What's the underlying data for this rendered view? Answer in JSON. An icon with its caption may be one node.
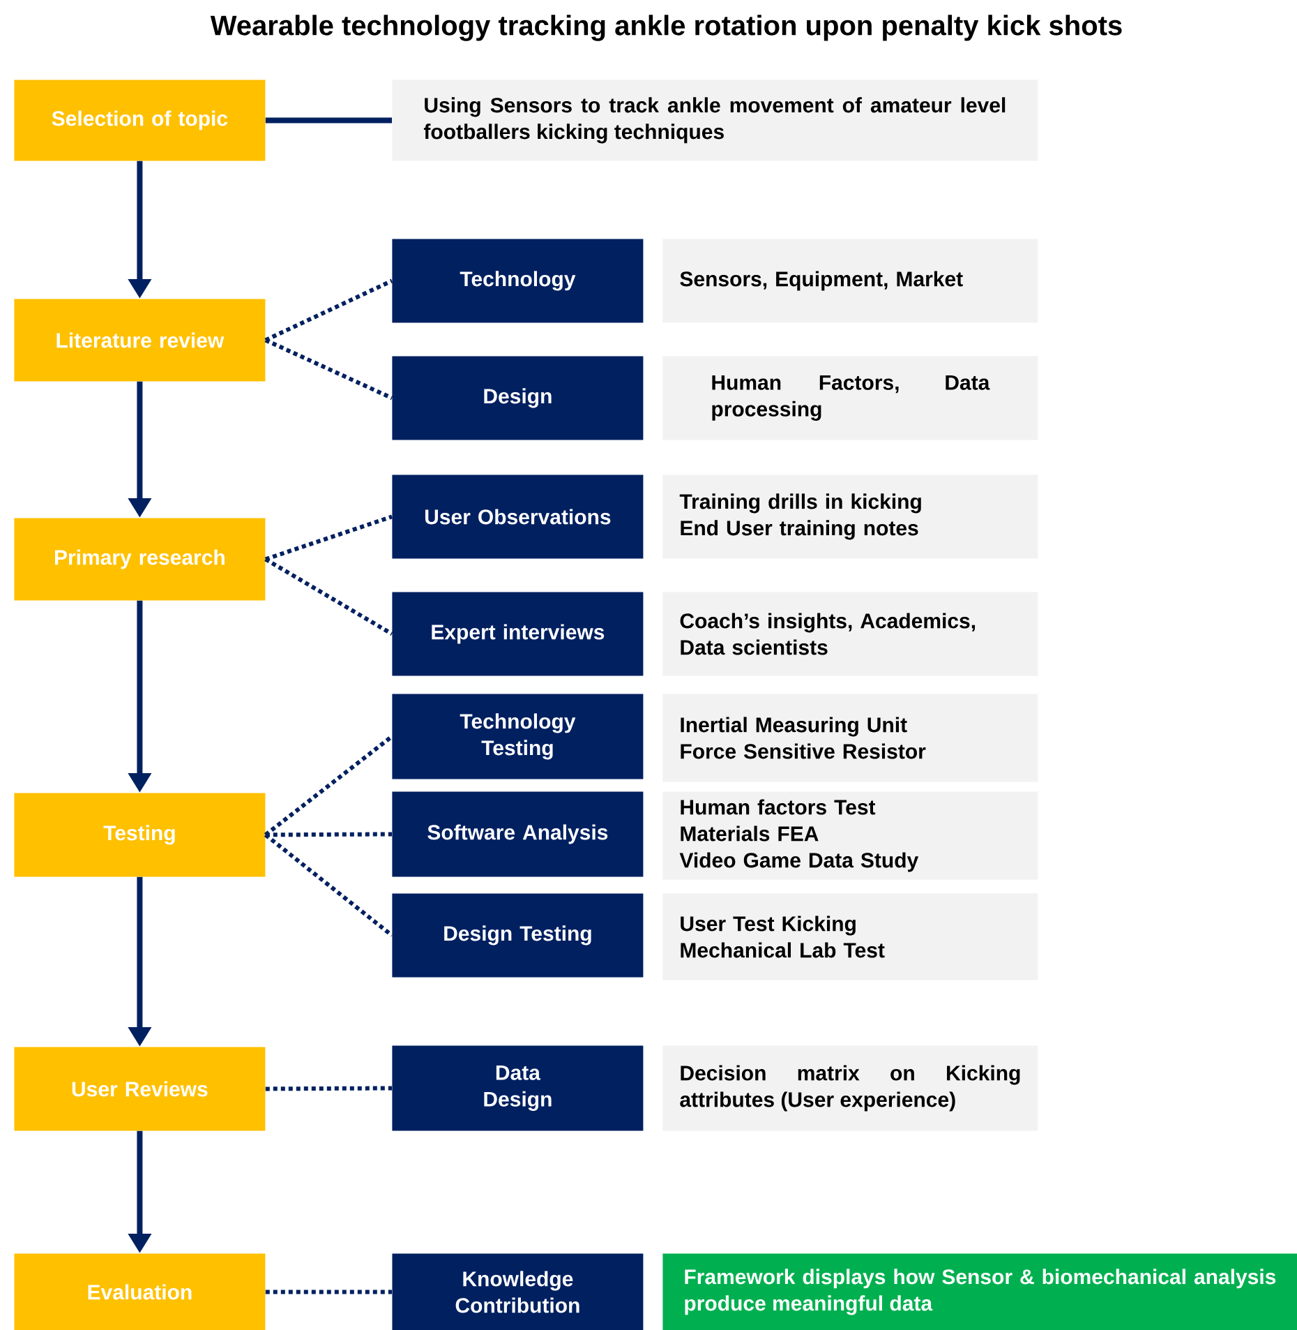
{
  "diagram": {
    "title": "Wearable technology tracking ankle rotation upon penalty kick shots",
    "nodes": [
      {
        "text": [
          "Selection of topic"
        ]
      },
      {
        "text": [
          "Using Sensors to track ankle movement of amateur level footballers kicking techniques"
        ]
      },
      {
        "text": [
          "Literature review"
        ]
      },
      {
        "text": [
          "Technology"
        ]
      },
      {
        "text": [
          "Sensors, Equipment, Market"
        ]
      },
      {
        "text": [
          "Design"
        ]
      },
      {
        "text": [
          "Human Factors, Data processing"
        ]
      },
      {
        "text": [
          "Primary research"
        ]
      },
      {
        "text": [
          "User Observations"
        ]
      },
      {
        "text": [
          "Training drills in kicking",
          "End User training notes"
        ]
      },
      {
        "text": [
          "Expert interviews"
        ]
      },
      {
        "text": [
          "Coach’s insights, Academics, Data scientists"
        ]
      },
      {
        "text": [
          "Technology Testing"
        ]
      },
      {
        "text": [
          "Inertial Measuring Unit",
          "Force Sensitive Resistor"
        ]
      },
      {
        "text": [
          "Testing"
        ]
      },
      {
        "text": [
          "Software Analysis"
        ]
      },
      {
        "text": [
          "Human factors Test",
          "Materials FEA",
          "Video Game Data Study"
        ]
      },
      {
        "text": [
          "Design Testing"
        ]
      },
      {
        "text": [
          "User Test Kicking",
          "Mechanical Lab Test"
        ]
      },
      {
        "text": [
          "User Reviews"
        ]
      },
      {
        "text": [
          "Data Design"
        ]
      },
      {
        "text": [
          "Decision matrix on Kicking attributes (User experience)"
        ]
      },
      {
        "text": [
          "Evaluation"
        ]
      },
      {
        "text": [
          "Knowledge Contribution"
        ]
      },
      {
        "text": [
          "Framework displays how Sensor & biomechanical analysis produce meaningful data"
        ]
      }
    ],
    "edges": [
      {
        "from": 0,
        "to": 1,
        "arrow": "none"
      },
      {
        "from": 0,
        "to": 2,
        "arrow": "to"
      },
      {
        "from": 2,
        "to": 3,
        "arrow": "none",
        "style": "dashed"
      },
      {
        "from": 2,
        "to": 5,
        "arrow": "none",
        "style": "dashed"
      },
      {
        "from": 2,
        "to": 7,
        "arrow": "to"
      },
      {
        "from": 7,
        "to": 8,
        "arrow": "none",
        "style": "dashed"
      },
      {
        "from": 7,
        "to": 10,
        "arrow": "none",
        "style": "dashed"
      },
      {
        "from": 7,
        "to": 14,
        "arrow": "to"
      },
      {
        "from": 14,
        "to": 12,
        "arrow": "none",
        "style": "dashed"
      },
      {
        "from": 14,
        "to": 15,
        "arrow": "none",
        "style": "dashed"
      },
      {
        "from": 14,
        "to": 17,
        "arrow": "none",
        "style": "dashed"
      },
      {
        "from": 14,
        "to": 19,
        "arrow": "to"
      },
      {
        "from": 19,
        "to": 20,
        "arrow": "none",
        "style": "dashed"
      },
      {
        "from": 19,
        "to": 22,
        "arrow": "to"
      },
      {
        "from": 22,
        "to": 23,
        "arrow": "none",
        "style": "dashed"
      }
    ]
  }
}
